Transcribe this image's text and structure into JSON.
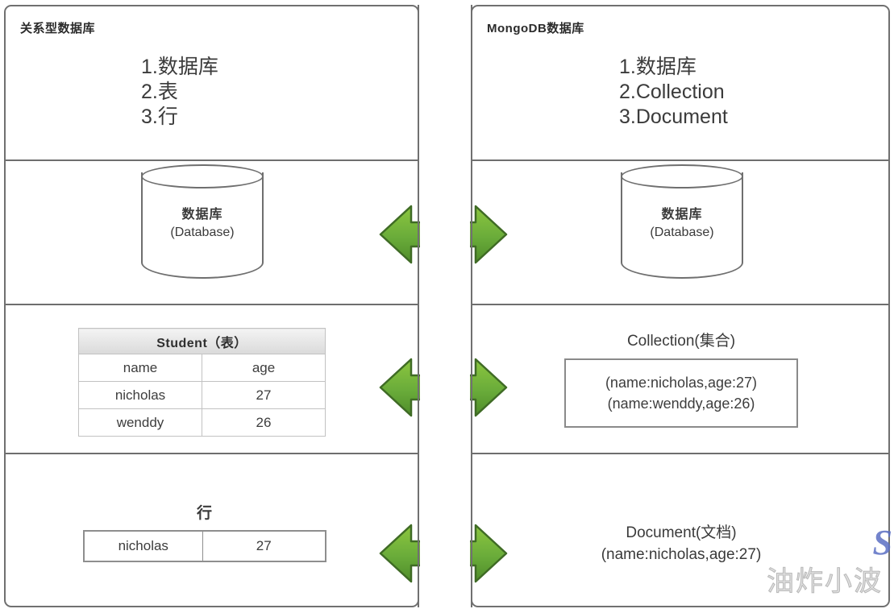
{
  "left_panel": {
    "title": "关系型数据库",
    "concepts": [
      "1.数据库",
      "2.表",
      "3.行"
    ],
    "database": {
      "cn": "数据库",
      "en": "(Database)"
    },
    "table": {
      "caption": "Student（表）",
      "headers": [
        "name",
        "age"
      ],
      "rows": [
        [
          "nicholas",
          "27"
        ],
        [
          "wenddy",
          "26"
        ]
      ]
    },
    "row": {
      "title": "行",
      "cells": [
        "nicholas",
        "27"
      ]
    }
  },
  "right_panel": {
    "title": "MongoDB数据库",
    "concepts": [
      "1.数据库",
      "2.Collection",
      "3.Document"
    ],
    "database": {
      "cn": "数据库",
      "en": "(Database)"
    },
    "collection": {
      "title": "Collection(集合)",
      "documents": [
        "(name:nicholas,age:27)",
        "(name:wenddy,age:26)"
      ]
    },
    "document": {
      "title": "Document(文档)",
      "value": "(name:nicholas,age:27)"
    }
  },
  "connectors": {
    "count": 3,
    "style": "double-headed-arrow",
    "color": "#62a83a",
    "stroke": "#3f6b25"
  },
  "watermark": {
    "text": "油炸小波",
    "logo": "S",
    "logo_color": "#5b6fc4"
  },
  "colors": {
    "border": "#707070",
    "text": "#3a3a3a",
    "table_header_top": "#f3f3f3",
    "table_header_bottom": "#dadada"
  }
}
